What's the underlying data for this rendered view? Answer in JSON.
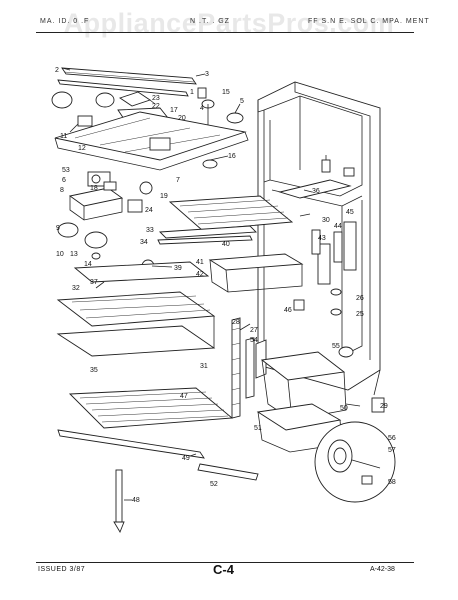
{
  "header": {
    "watermark": "AppliancePartsPros.com",
    "left_text": "MA. ID. 0 .F",
    "mid_text": "N .T. . GZ",
    "right_text": "FF S.N E. SOL C. MPA. MENT"
  },
  "footer": {
    "issued": "ISSUED 3/87",
    "page": "C-4",
    "doc_number": "A-42-38"
  },
  "callouts": [
    "2",
    "3",
    "1",
    "4",
    "23",
    "22",
    "20",
    "17",
    "15",
    "5",
    "11",
    "12",
    "53",
    "16",
    "6",
    "7",
    "8",
    "18",
    "19",
    "24",
    "9",
    "10",
    "13",
    "14",
    "36",
    "33",
    "34",
    "40",
    "41",
    "42",
    "39",
    "30",
    "45",
    "43",
    "44",
    "37",
    "32",
    "46",
    "26",
    "25",
    "27",
    "28",
    "54",
    "35",
    "31",
    "55",
    "29",
    "47",
    "50",
    "51",
    "56",
    "57",
    "58",
    "49",
    "52",
    "48"
  ]
}
